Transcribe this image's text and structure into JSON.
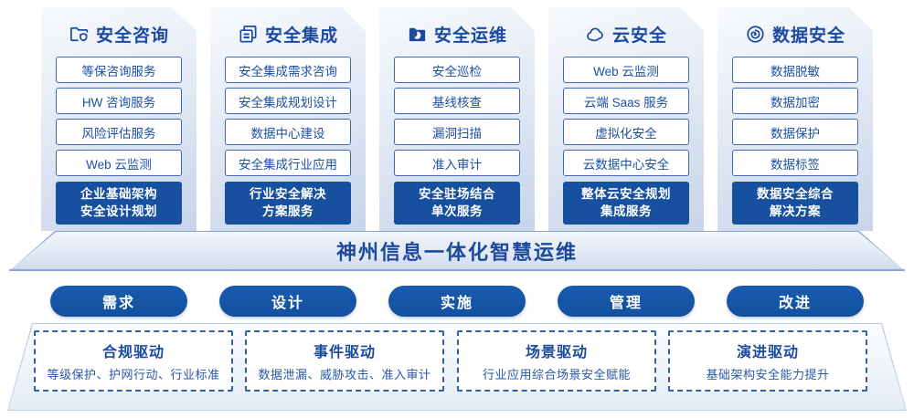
{
  "columns": [
    {
      "title": "安全咨询",
      "icon": "folder-shield-icon",
      "items": [
        "等保咨询服务",
        "HW 咨询服务",
        "风险评估服务",
        "Web 云监测"
      ],
      "highlight": [
        "企业基础架构",
        "安全设计规划"
      ]
    },
    {
      "title": "安全集成",
      "icon": "documents-icon",
      "items": [
        "安全集成需求咨询",
        "安全集成规划设计",
        "数据中心建设",
        "安全集成行业应用"
      ],
      "highlight": [
        "行业安全解决",
        "方案服务"
      ]
    },
    {
      "title": "安全运维",
      "icon": "folder-pie-icon",
      "items": [
        "安全巡检",
        "基线核查",
        "漏洞扫描",
        "准入审计"
      ],
      "highlight": [
        "安全驻场结合",
        "单次服务"
      ]
    },
    {
      "title": "云安全",
      "icon": "cloud-icon",
      "items": [
        "Web 云监测",
        "云端 Saas 服务",
        "虚拟化安全",
        "云数据中心安全"
      ],
      "highlight": [
        "整体云安全规划",
        "集成服务"
      ]
    },
    {
      "title": "数据安全",
      "icon": "fingerprint-icon",
      "items": [
        "数据脱敏",
        "数据加密",
        "数据保护",
        "数据标签"
      ],
      "highlight": [
        "数据安全综合",
        "解决方案"
      ]
    }
  ],
  "banner": {
    "title": "神州信息一体化智慧运维"
  },
  "process": {
    "pills": [
      "需求",
      "设计",
      "实施",
      "管理",
      "改进"
    ]
  },
  "drivers": [
    {
      "title": "合规驱动",
      "desc": "等级保护、护网行动、行业标准"
    },
    {
      "title": "事件驱动",
      "desc": "数据泄漏、威胁攻击、准入审计"
    },
    {
      "title": "场景驱动",
      "desc": "行业应用综合场景安全赋能"
    },
    {
      "title": "演进驱动",
      "desc": "基础架构安全能力提升"
    }
  ],
  "colors": {
    "primary_blue": "#17509f",
    "text_blue": "#1b4a9e",
    "item_border": "#4068ae",
    "dashed_border": "#2f5faa"
  }
}
